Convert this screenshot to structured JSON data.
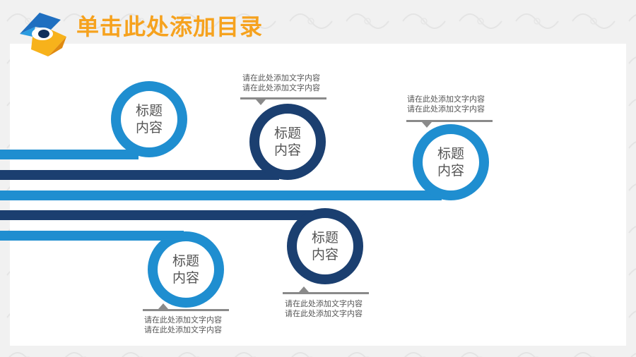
{
  "slide": {
    "title": "单击此处添加目录"
  },
  "colors": {
    "light_blue": "#1f8ed0",
    "dark_blue": "#1b3f70",
    "title_orange": "#f6a21e",
    "callout_gray": "#8a8a8a"
  },
  "nodes": [
    {
      "line1": "标题",
      "line2": "内容",
      "color": "light_blue"
    },
    {
      "line1": "标题",
      "line2": "内容",
      "color": "dark_blue"
    },
    {
      "line1": "标题",
      "line2": "内容",
      "color": "light_blue"
    },
    {
      "line1": "标题",
      "line2": "内容",
      "color": "dark_blue"
    },
    {
      "line1": "标题",
      "line2": "内容",
      "color": "light_blue"
    }
  ],
  "callouts": [
    {
      "line1": "请在此处添加文字内容",
      "line2": "请在此处添加文字内容"
    },
    {
      "line1": "请在此处添加文字内容",
      "line2": "请在此处添加文字内容"
    },
    {
      "line1": "请在此处添加文字内容",
      "line2": "请在此处添加文字内容"
    },
    {
      "line1": "请在此处添加文字内容",
      "line2": "请在此处添加文字内容"
    }
  ]
}
